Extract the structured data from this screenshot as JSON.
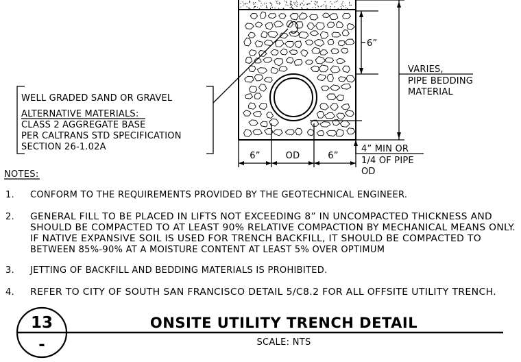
{
  "callout": {
    "line1": "WELL GRADED SAND OR GRAVEL",
    "alt_heading": "ALTERNATIVE MATERIALS:",
    "alt_lines": [
      "CLASS 2 AGGREGATE BASE",
      "PER CALTRANS STD SPECIFICATION",
      "SECTION 26-1.02A"
    ]
  },
  "dimensions": {
    "top_cover": "6”",
    "side_left": "6”",
    "pipe": "OD",
    "side_right": "6”",
    "bedding_depth_lines": [
      "4” MIN OR",
      "1/4 OF PIPE",
      "OD"
    ],
    "varies_lines": [
      "VARIES,",
      "PIPE BEDDING",
      "MATERIAL"
    ]
  },
  "notes": {
    "heading": "NOTES:",
    "items": [
      {
        "num": "1.",
        "lines": [
          "CONFORM TO THE REQUIREMENTS PROVIDED BY THE GEOTECHNICAL ENGINEER."
        ]
      },
      {
        "num": "2.",
        "lines": [
          "GENERAL FILL TO BE PLACED IN LIFTS NOT EXCEEDING 8” IN UNCOMPACTED THICKNESS AND",
          "SHOULD BE COMPACTED TO AT LEAST 90% RELATIVE COMPACTION BY MECHANICAL MEANS ONLY.",
          "IF NATIVE EXPANSIVE SOIL IS USED FOR TRENCH BACKFILL, IT SHOULD BE COMPACTED TO",
          "BETWEEN 85%-90% AT A MOISTURE CONTENT AT LEAST 5% OVER OPTIMUM"
        ]
      },
      {
        "num": "3.",
        "lines": [
          "JETTING OF BACKFILL AND BEDDING MATERIALS IS PROHIBITED."
        ]
      },
      {
        "num": "4.",
        "lines": [
          "REFER TO CITY OF SOUTH SAN FRANCISCO DETAIL 5/C8.2 FOR ALL OFFSITE UTILITY TRENCH."
        ]
      }
    ]
  },
  "title_block": {
    "detail_number": "13",
    "sheet_ref": "-",
    "title": "ONSITE UTILITY TRENCH DETAIL",
    "scale": "SCALE: NTS"
  }
}
